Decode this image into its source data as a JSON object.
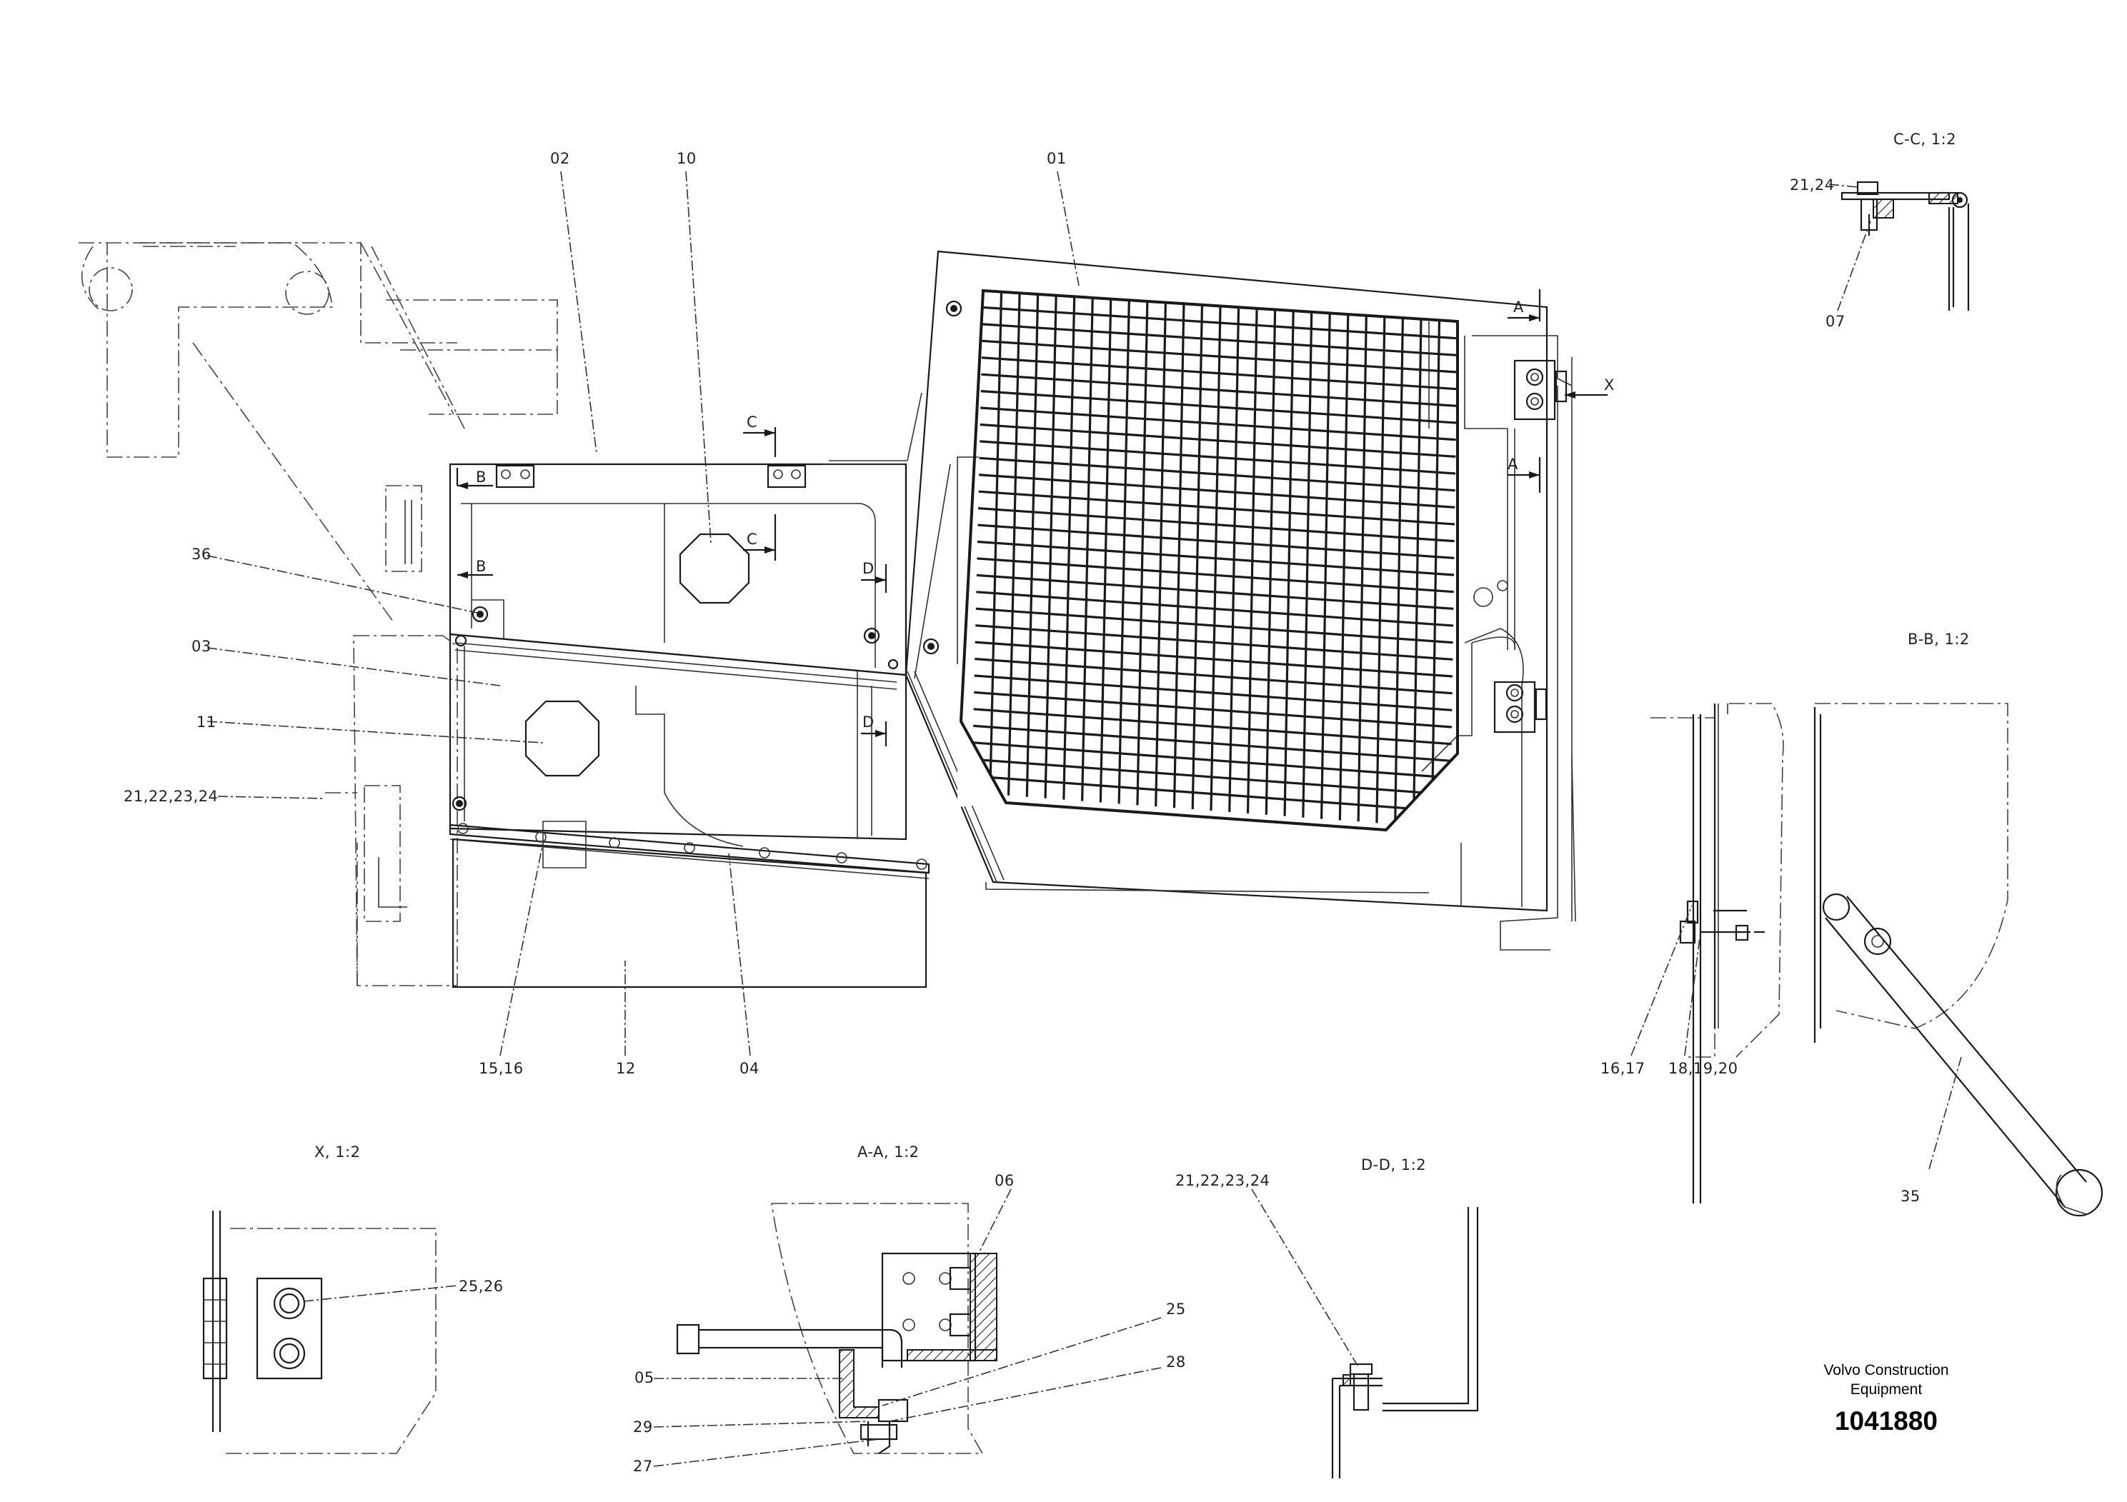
{
  "callouts": {
    "c01": "01",
    "c02": "02",
    "c10": "10",
    "c36": "36",
    "c03": "03",
    "c11": "11",
    "c21_24_main": "21,22,23,24",
    "c15_16": "15,16",
    "c12": "12",
    "c04": "04",
    "c07": "07",
    "c21_24_cc": "21,24",
    "c16_17": "16,17",
    "c18_20": "18,19,20",
    "c35": "35",
    "c25_26": "25,26",
    "c06": "06",
    "c05": "05",
    "c25": "25",
    "c28": "28",
    "c29": "29",
    "c27": "27",
    "c21_24_dd": "21,22,23,24"
  },
  "section_marks": {
    "a": "A",
    "b": "B",
    "c": "C",
    "d": "D",
    "x": "X"
  },
  "views": {
    "cc": "C-C,  1:2",
    "bb": "B-B,  1:2",
    "x": "X,  1:2",
    "aa": "A-A,  1:2",
    "dd": "D-D,  1:2"
  },
  "footer": {
    "manufacturer_line1": "Volvo Construction",
    "manufacturer_line2": "Equipment",
    "document_number": "1041880"
  }
}
